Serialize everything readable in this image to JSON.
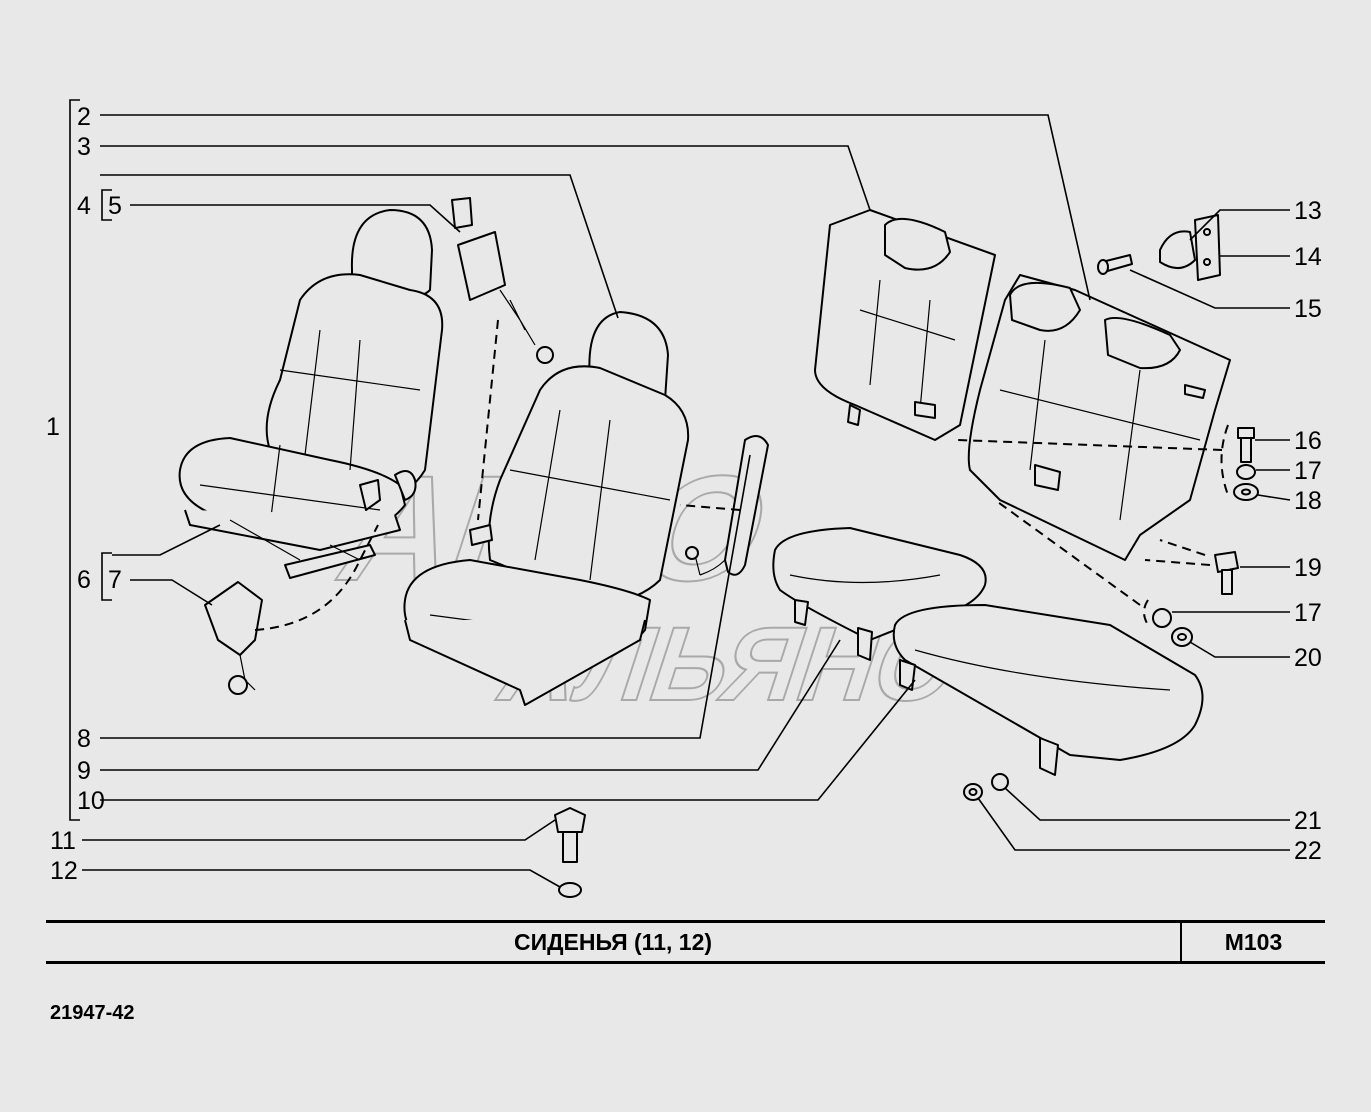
{
  "callouts": {
    "c1": "1",
    "c2": "2",
    "c3": "3",
    "c4": "4",
    "c5": "5",
    "c6": "6",
    "c7": "7",
    "c8": "8",
    "c9": "9",
    "c10": "10",
    "c11": "11",
    "c12": "12",
    "c13": "13",
    "c14": "14",
    "c15": "15",
    "c16": "16",
    "c17a": "17",
    "c18": "18",
    "c19": "19",
    "c17b": "17",
    "c20": "20",
    "c21": "21",
    "c22": "22"
  },
  "watermark": {
    "line1": "АВТО",
    "line2": "АЛЬЯНС",
    "color": "#9a9a9a"
  },
  "title_block": {
    "title": "СИДЕНЬЯ  (11, 12)",
    "code": "M103"
  },
  "doc_number": "21947-42"
}
